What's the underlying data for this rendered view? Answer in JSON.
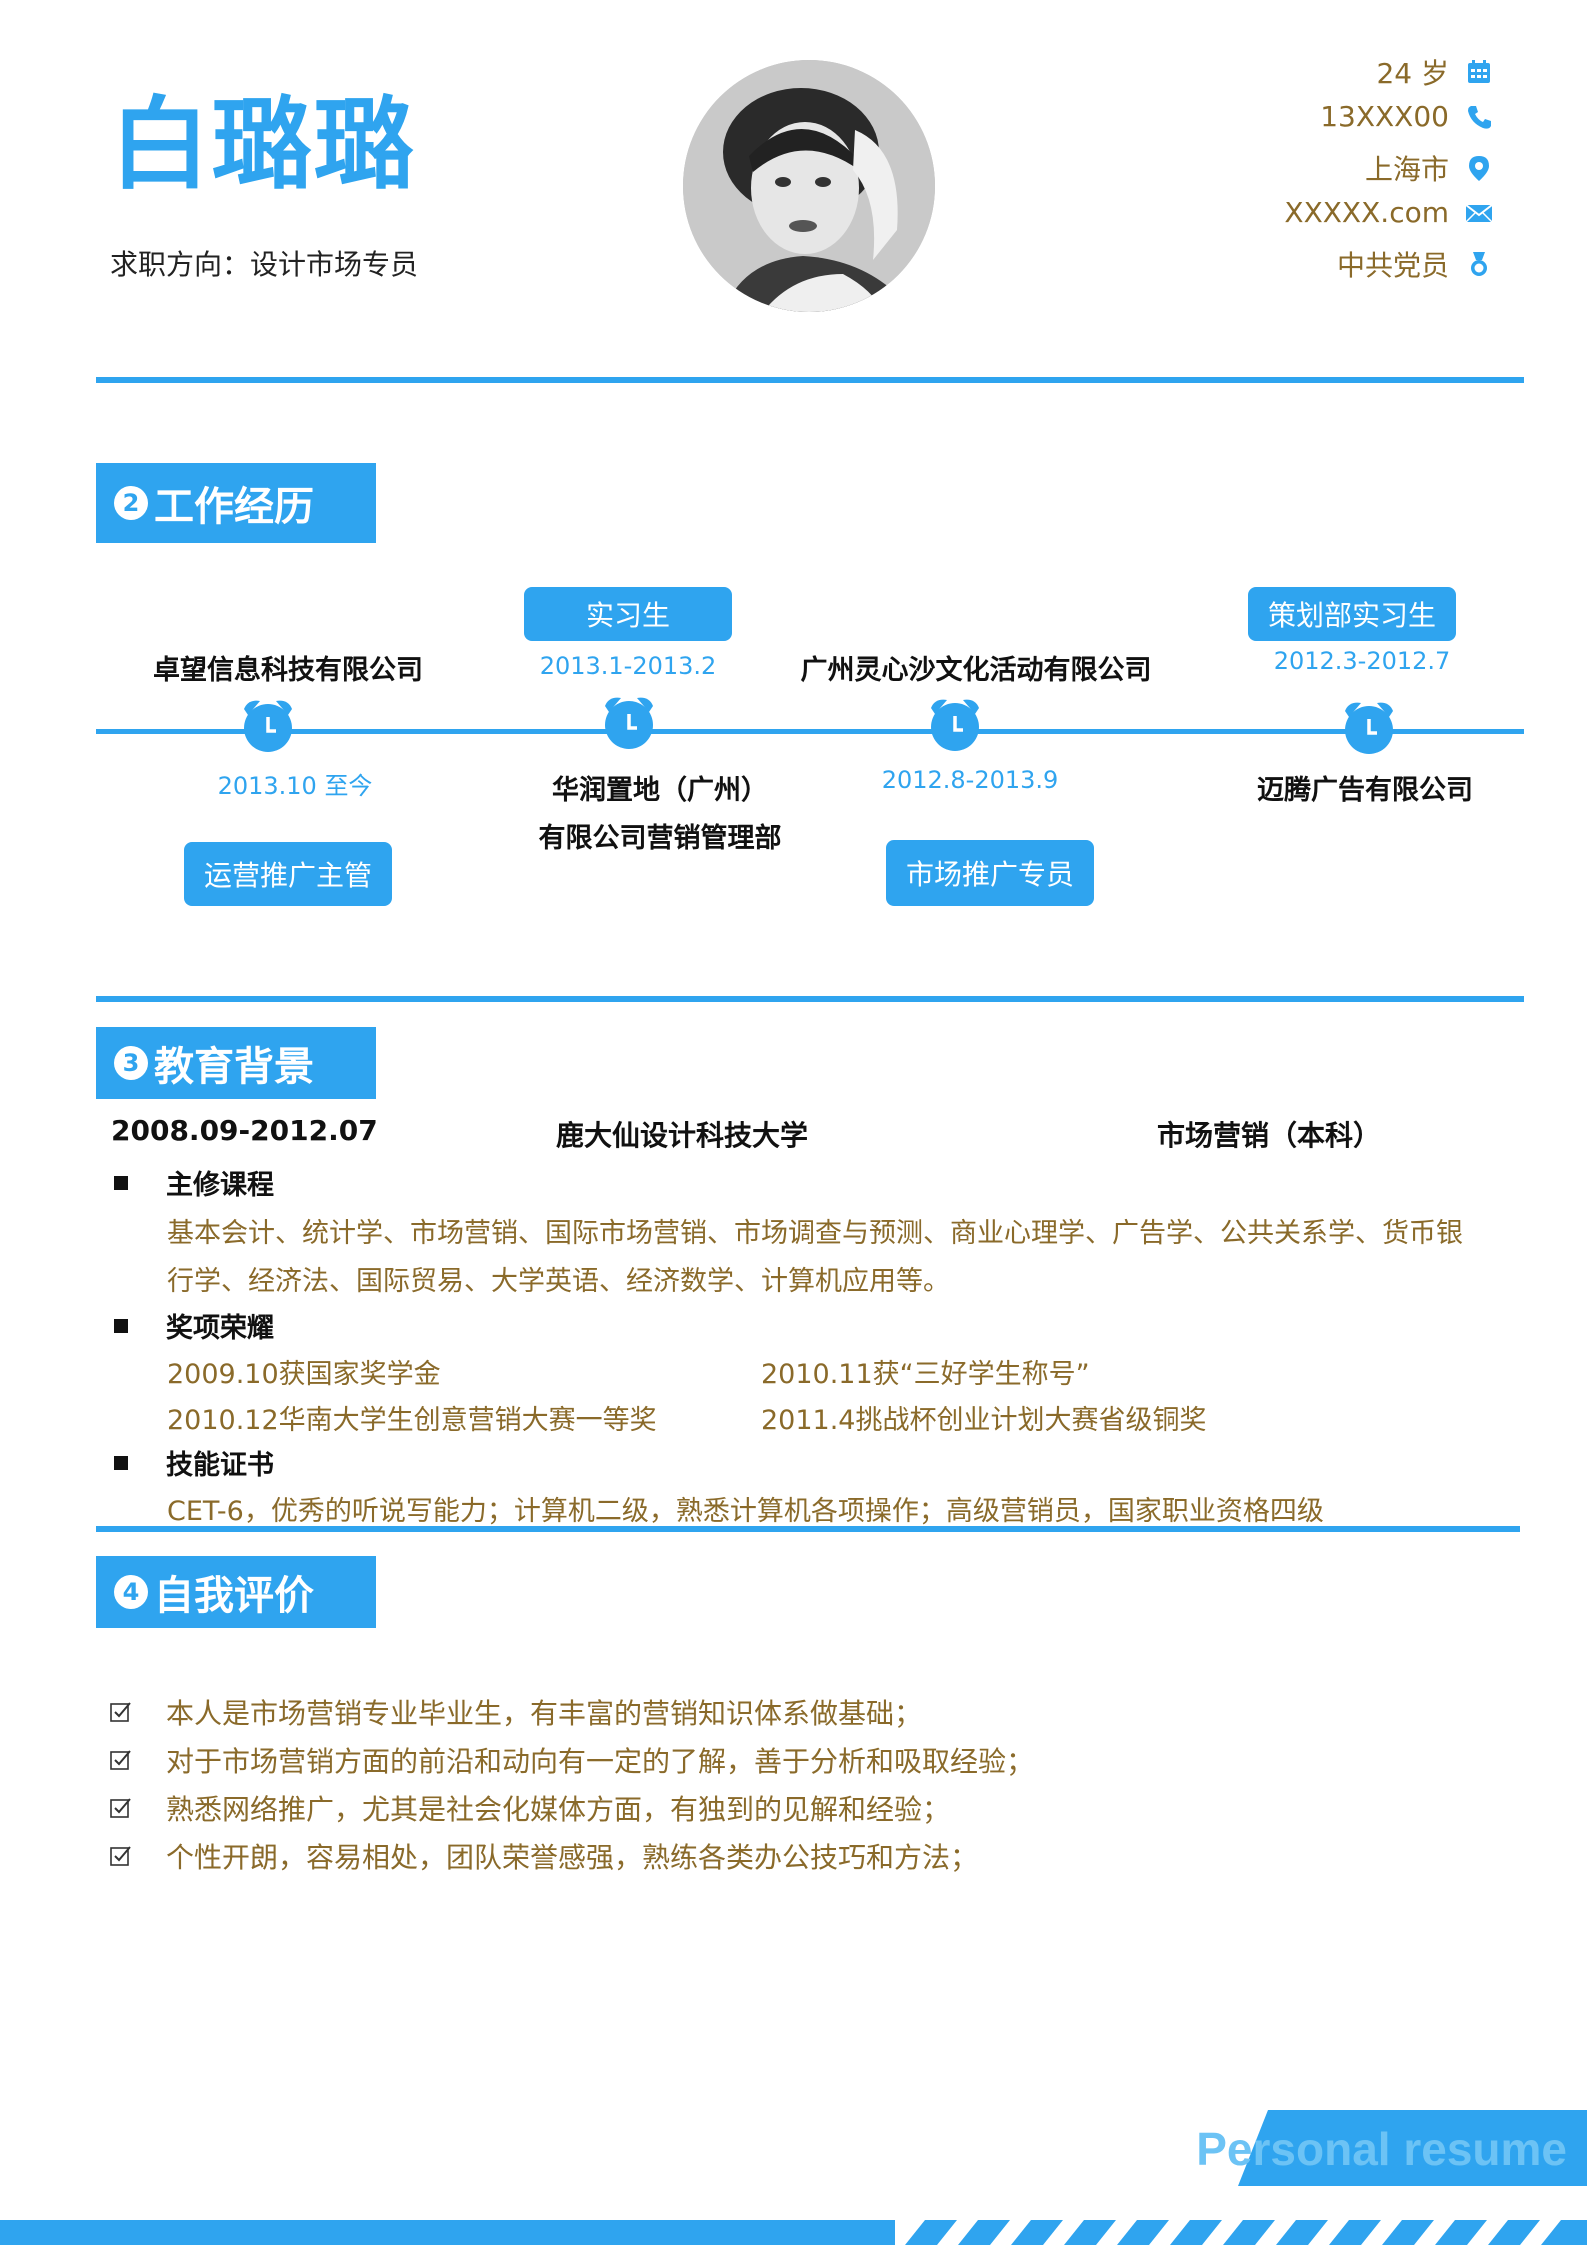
{
  "header": {
    "name": "白璐璐",
    "job_target": "求职方向：设计市场专员",
    "contacts": [
      {
        "text": "24 岁",
        "icon": "calendar-icon"
      },
      {
        "text": "13XXX00",
        "icon": "phone-icon"
      },
      {
        "text": "上海市",
        "icon": "location-icon"
      },
      {
        "text": "XXXXX.com",
        "icon": "mail-icon"
      },
      {
        "text": "中共党员",
        "icon": "medal-icon"
      }
    ]
  },
  "colors": {
    "accent": "#2fa4ef",
    "body_text": "#8a6a2a"
  },
  "work": {
    "title": "工作经历",
    "number": "2",
    "items": [
      {
        "company": "卓望信息科技有限公司",
        "date": "2013.10 至今",
        "role": "运营推广主管"
      },
      {
        "company_line1": "华润置地（广州）",
        "company_line2": "有限公司营销管理部",
        "date": "2013.1-2013.2",
        "role": "实习生"
      },
      {
        "company": "广州灵心沙文化活动有限公司",
        "date": "2012.8-2013.9",
        "role": "市场推广专员"
      },
      {
        "company": "迈腾广告有限公司",
        "date": "2012.3-2012.7",
        "role": "策划部实习生"
      }
    ]
  },
  "education": {
    "title": "教育背景",
    "number": "3",
    "period": "2008.09-2012.07",
    "school": "鹿大仙设计科技大学",
    "major": "市场营销（本科）",
    "courses_head": "主修课程",
    "courses_line1": "基本会计、统计学、市场营销、国际市场营销、市场调查与预测、商业心理学、广告学、公共关系学、货币银",
    "courses_line2": "行学、经济法、国际贸易、大学英语、经济数学、计算机应用等。",
    "awards_head": "奖项荣耀",
    "awards": [
      "2009.10获国家奖学金",
      "2010.11获“三好学生称号”",
      "2010.12华南大学生创意营销大赛一等奖",
      "2011.4挑战杯创业计划大赛省级铜奖"
    ],
    "skills_head": "技能证书",
    "skills": "CET-6，优秀的听说写能力；计算机二级，熟悉计算机各项操作；高级营销员，国家职业资格四级"
  },
  "self": {
    "title": "自我评价",
    "number": "4",
    "items": [
      "本人是市场营销专业毕业生，有丰富的营销知识体系做基础；",
      "对于市场营销方面的前沿和动向有一定的了解，善于分析和吸取经验；",
      "熟悉网络推广，尤其是社会化媒体方面，有独到的见解和经验；",
      "个性开朗，容易相处，团队荣誉感强，熟练各类办公技巧和方法；"
    ]
  },
  "footer": {
    "banner_text": "Personal resume"
  }
}
